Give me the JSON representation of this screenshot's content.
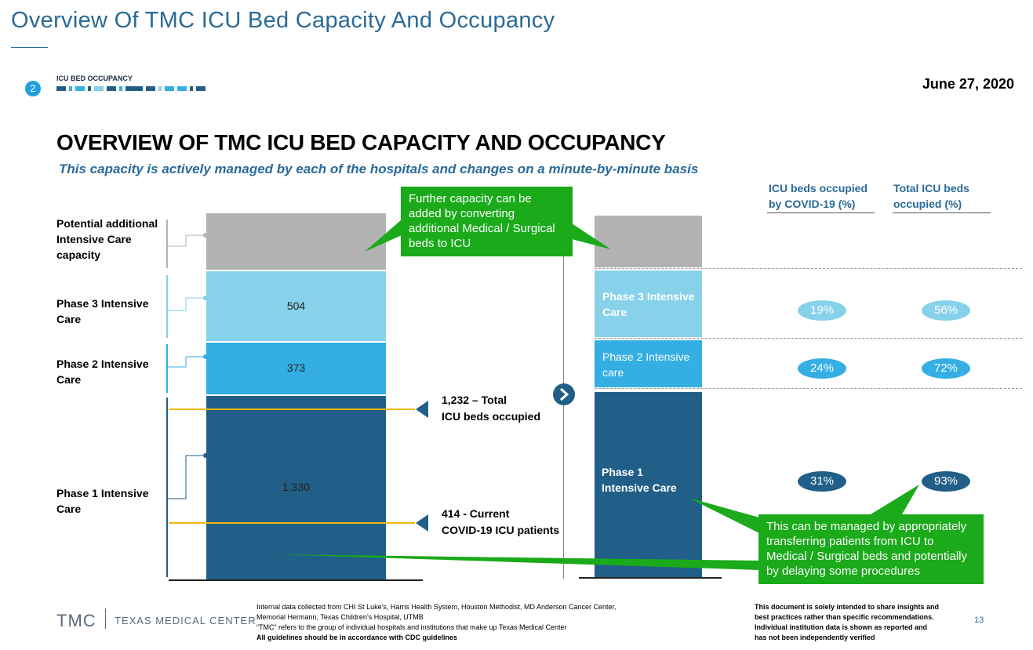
{
  "slide": {
    "title": "Overview Of TMC ICU Bed Capacity And Occupancy",
    "section_number": "2",
    "section_label": "ICU BED OCCUPANCY",
    "date": "June 27, 2020",
    "page_number": "13"
  },
  "heading": {
    "title": "OVERVIEW OF TMC ICU BED CAPACITY AND OCCUPANCY",
    "subtitle": "This capacity is actively managed by each of the hospitals and changes on a minute-by-minute basis"
  },
  "columns": {
    "covid_line1": "ICU beds occupied",
    "covid_line2": "by COVID-19 (%)",
    "total_line1": "Total ICU beds",
    "total_line2": "occupied (%)"
  },
  "left_labels": {
    "potential_1": "Potential additional",
    "potential_2": "Intensive Care",
    "potential_3": "capacity",
    "phase3_1": "Phase 3 Intensive",
    "phase3_2": "Care",
    "phase2_1": "Phase 2 Intensive",
    "phase2_2": "Care",
    "phase1_1": "Phase 1 Intensive",
    "phase1_2": "Care"
  },
  "chart_data": {
    "type": "bar",
    "stacked": true,
    "unit": "ICU beds",
    "categories": [
      "Phase 1 Intensive Care",
      "Phase 2 Intensive Care",
      "Phase 3 Intensive Care",
      "Potential additional Intensive Care capacity"
    ],
    "values": [
      1330,
      373,
      504,
      null
    ],
    "value_labels": [
      "1,330",
      "373",
      "504",
      ""
    ],
    "colors": [
      "#215f88",
      "#34aee3",
      "#87d1ea",
      "#b3b3b3"
    ],
    "markers": [
      {
        "value": 1232,
        "line1": "1,232 – Total",
        "line2": "ICU beds occupied"
      },
      {
        "value": 414,
        "line1": "414 - Current",
        "line2": "COVID-19 ICU patients"
      }
    ],
    "phase_occupancy": [
      {
        "phase": "Phase 3 Intensive Care",
        "covid_pct": "19%",
        "total_pct": "56%"
      },
      {
        "phase": "Phase 2 Intensive care",
        "covid_pct": "24%",
        "total_pct": "72%"
      },
      {
        "phase": "Phase 1 Intensive Care",
        "covid_pct": "31%",
        "total_pct": "93%"
      }
    ]
  },
  "right_bar": {
    "phase3_1": "Phase 3 Intensive",
    "phase3_2": "Care",
    "phase2_1": "Phase 2 Intensive",
    "phase2_2": "care",
    "phase1_1": "Phase 1",
    "phase1_2": "Intensive Care"
  },
  "callouts": {
    "top": "Further capacity can be added by converting additional Medical / Surgical beds to ICU",
    "bottom": "This can be managed by appropriately transferring patients from ICU to Medical / Surgical beds and potentially by delaying some procedures"
  },
  "footer": {
    "logo_mark": "TMC",
    "logo_text": "TEXAS MEDICAL CENTER",
    "source_1": "Internal data collected from CHI St Luke’s, Harris Health System, Houston Methodist, MD Anderson Cancer Center,",
    "source_2": "Memorial Hermann, Texas Children’s Hospital, UTMB",
    "source_3": "“TMC” refers to the group of individual hospitals and institutions that make up Texas Medical Center",
    "source_4": "All guidelines should be in accordance with CDC guidelines",
    "disclaimer_1": "This document is solely intended to share insights and",
    "disclaimer_2": "best practices rather than specific recommendations.",
    "disclaimer_3": "Individual institution data is shown as reported and",
    "disclaimer_4": "has not been independently verified"
  },
  "icons": {
    "section_progress": "segmented-progress-bar",
    "arrow": "chevron-right-circle-icon"
  }
}
